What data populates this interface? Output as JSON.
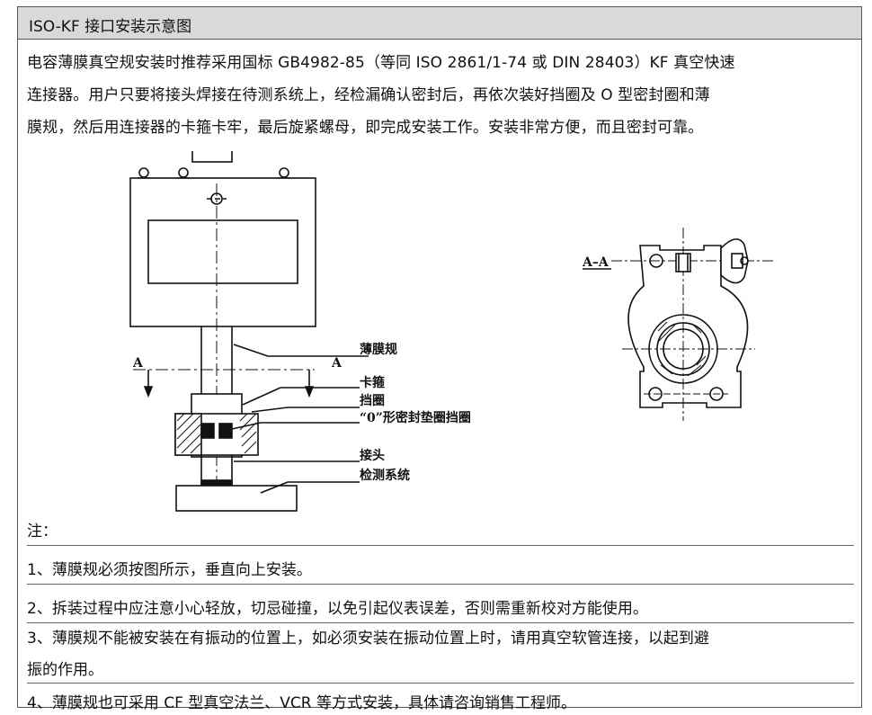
{
  "header": {
    "title": "ISO-KF 接口安装示意图"
  },
  "intro": {
    "lines": [
      "电容薄膜真空规安装时推荐采用国标 GB4982-85（等同 ISO 2861/1-74 或 DIN 28403）KF 真空快速",
      "连接器。用户只要将接头焊接在待测系统上，经检漏确认密封后，再依次装好挡圈及 O 型密封圈和薄",
      "膜规，然后用连接器的卡箍卡牢，最后旋紧螺母，即完成安装工作。安装非常方便，而且密封可靠。"
    ]
  },
  "diagram": {
    "labels": {
      "gauge": "薄膜规",
      "clamp": "卡箍",
      "ring": "挡圈",
      "oring": "“0”形密封垫圈挡圈",
      "joint": "接头",
      "system": "检测系统",
      "section_left": "A",
      "section_right": "A",
      "section_view": "A–A"
    }
  },
  "notes": {
    "heading": "注：",
    "items": [
      "1、薄膜规必须按图所示，垂直向上安装。",
      "2、拆装过程中应注意小心轻放，切忌碰撞，以免引起仪表误差，否则需重新校对方能使用。",
      "3、薄膜规不能被安装在有振动的位置上，如必须安装在振动位置上时，请用真空软管连接，以起到避",
      "振的作用。",
      "4、薄膜规也可采用 CF 型真空法兰、VCR 等方式安装，具体请咨询销售工程师。"
    ]
  }
}
